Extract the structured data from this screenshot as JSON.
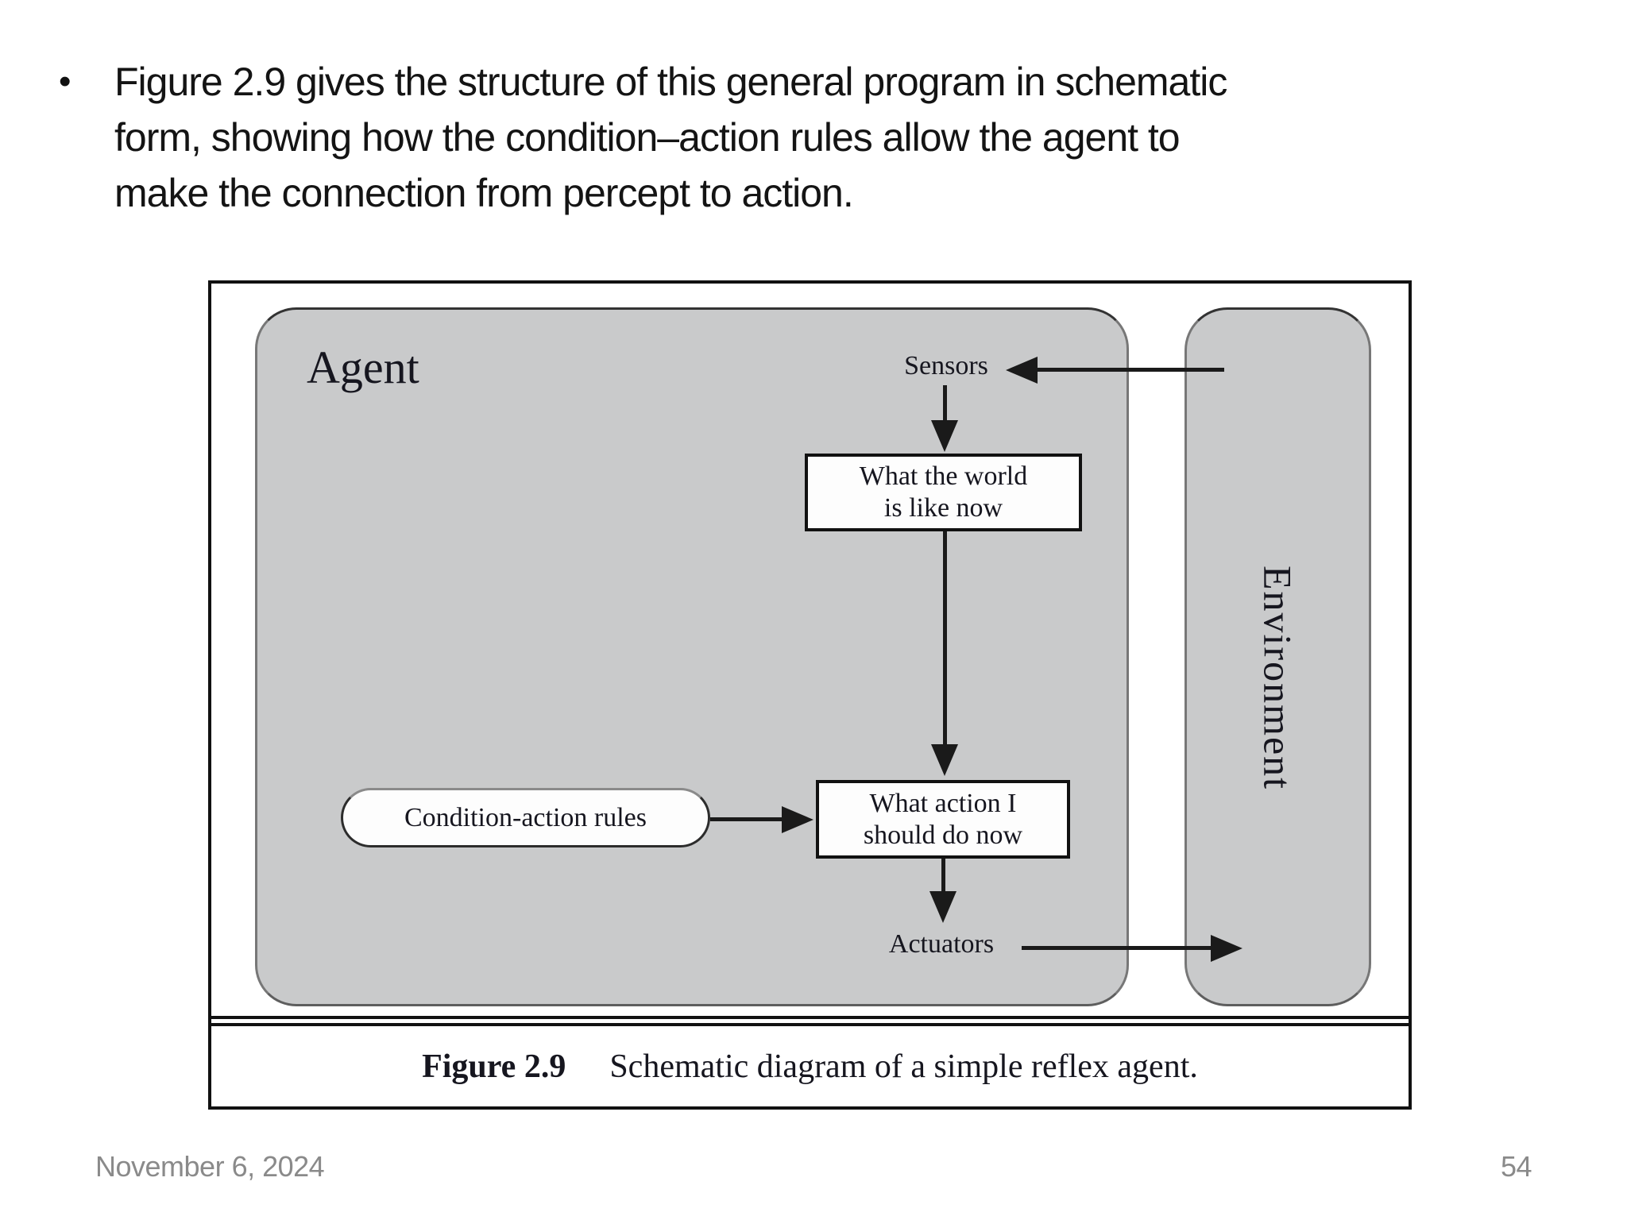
{
  "slide": {
    "bullet_lines": {
      "line1": "Figure 2.9 gives the structure of this general program in schematic",
      "line2": "form, showing how the condition–action rules allow the agent to",
      "line3": "make the connection from percept to action."
    },
    "bullet_glyph": "•",
    "footer": {
      "date": "November 6, 2024",
      "page": "54"
    }
  },
  "figure": {
    "agent_label": "Agent",
    "environment_label": "Environment",
    "sensors_label": "Sensors",
    "actuators_label": "Actuators",
    "box_world": {
      "line1": "What the world",
      "line2": "is like now"
    },
    "box_action": {
      "line1": "What action I",
      "line2": "should do now"
    },
    "rules_label": "Condition-action rules",
    "caption": {
      "number": "Figure 2.9",
      "text": "Schematic diagram of a simple reflex agent."
    }
  },
  "colors": {
    "box_fill_gray": "#c9cacb",
    "line_black": "#1a1a1a",
    "footer_gray": "#8a8a8a",
    "background": "#ffffff"
  }
}
